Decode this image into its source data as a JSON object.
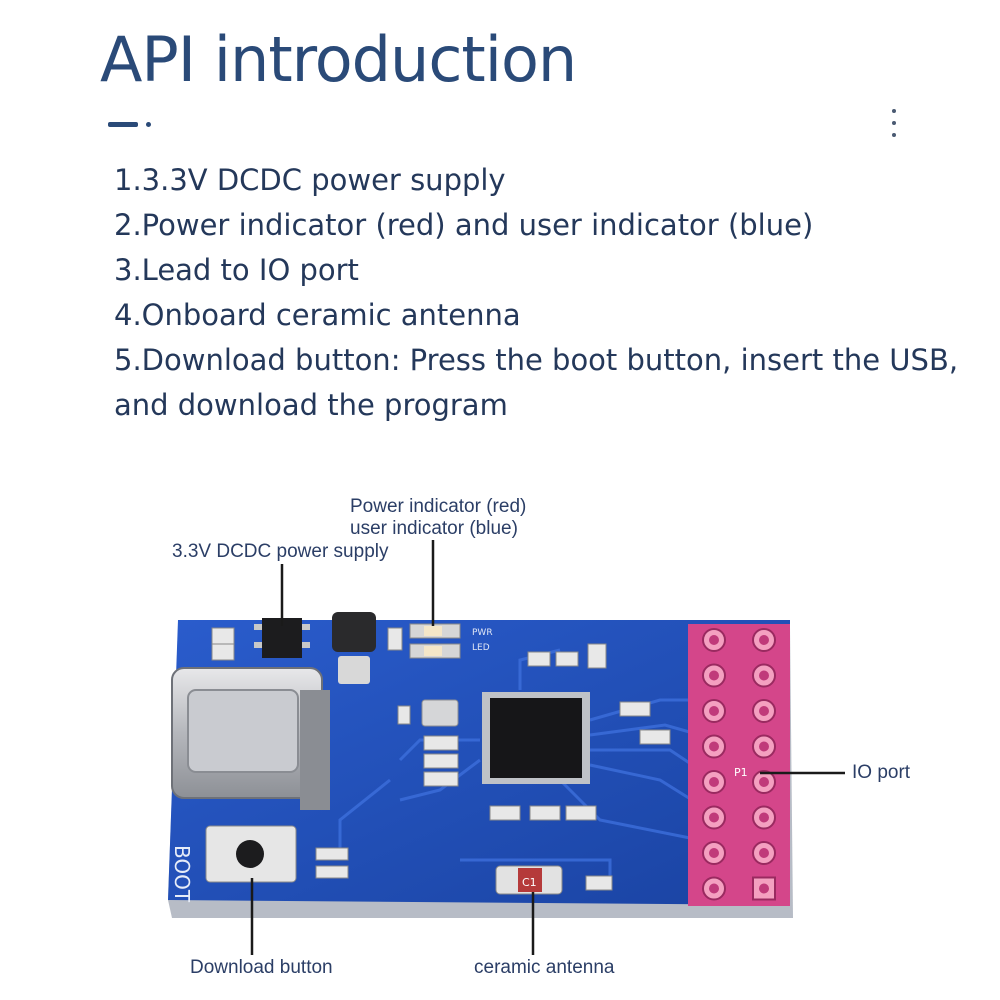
{
  "title": "API introduction",
  "intro": {
    "items": [
      "1.3.3V DCDC power supply",
      "2.Power indicator (red) and user indicator (blue)",
      "3.Lead to IO port",
      "4.Onboard ceramic antenna",
      "5.Download button: Press the boot button, insert the USB, and download the program"
    ]
  },
  "callouts": {
    "power_supply": "3.3V DCDC power supply",
    "indicator_line1": "Power indicator (red)",
    "indicator_line2": "user indicator (blue)",
    "io_port": "IO port",
    "download_button": "Download button",
    "ceramic_antenna": "ceramic antenna"
  },
  "board": {
    "boot_silkscreen": "BOOT",
    "pwr_silkscreen": "PWR",
    "led_silkscreen": "LED",
    "p1_silkscreen": "P1",
    "c1_silkscreen": "C1"
  },
  "colors": {
    "pcb": "#1f4fb5",
    "header_pads": "#d4468a",
    "text": "#2a4a78"
  }
}
